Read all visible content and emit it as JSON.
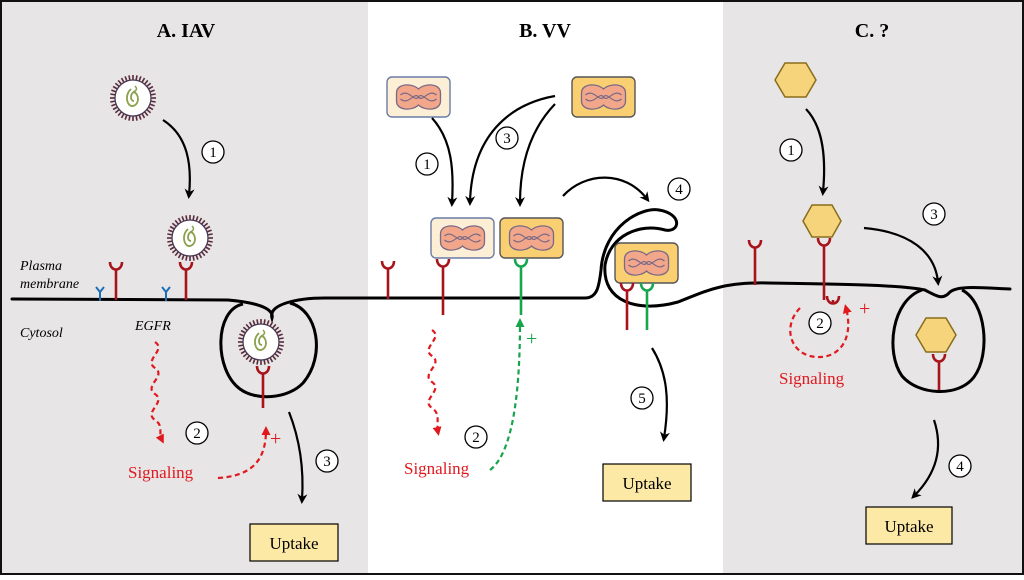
{
  "colors": {
    "panel_gray": "#e7e5e6",
    "panel_white": "#ffffff",
    "receptor_red": "#a8141c",
    "receptor_green": "#1aa54f",
    "egfr_blue": "#1d6fb5",
    "signal_red": "#e0191f",
    "signal_green": "#19a34a",
    "uptake_fill": "#fde9a6",
    "virion_body": "#f2a68a",
    "vv_light_box": "#fcefd6",
    "vv_dark_box": "#f9cf72",
    "hexagon_fill": "#f6d47b",
    "iav_spike": "#5a2b3b"
  },
  "panels": {
    "a": {
      "title": "A. IAV",
      "steps": [
        "1",
        "2",
        "3"
      ],
      "plasma_membrane_label": "Plasma",
      "plasma_membrane_label_2": "membrane",
      "cytosol_label": "Cytosol",
      "egfr_label": "EGFR",
      "signaling_label": "Signaling",
      "plus": "+",
      "uptake_label": "Uptake"
    },
    "b": {
      "title": "B. VV",
      "steps": [
        "1",
        "2",
        "3",
        "4",
        "5"
      ],
      "signaling_label": "Signaling",
      "plus": "+",
      "uptake_label": "Uptake"
    },
    "c": {
      "title": "C. ?",
      "steps": [
        "1",
        "2",
        "3",
        "4"
      ],
      "signaling_label": "Signaling",
      "plus": "+",
      "uptake_label": "Uptake"
    }
  }
}
